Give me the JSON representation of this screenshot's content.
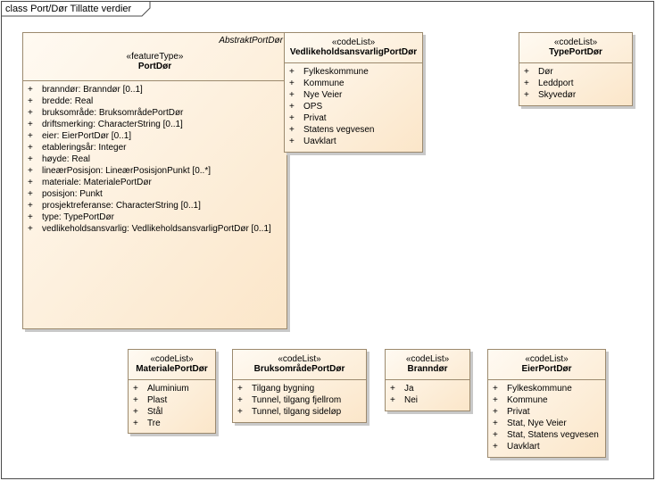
{
  "frame": {
    "title": "class Port/Dør Tillatte verdier"
  },
  "classes": {
    "portdor": {
      "abstract_label": "AbstraktPortDør",
      "stereotype": "«featureType»",
      "name": "PortDør",
      "attributes": [
        "branndør: Branndør [0..1]",
        "bredde: Real",
        "bruksområde: BruksområdePortDør",
        "driftsmerking: CharacterString [0..1]",
        "eier: EierPortDør [0..1]",
        "etableringsår: Integer",
        "høyde: Real",
        "lineærPosisjon: LineærPosisjonPunkt [0..*]",
        "materiale: MaterialePortDør",
        "posisjon: Punkt",
        "prosjektreferanse: CharacterString [0..1]",
        "type: TypePortDør",
        "vedlikeholdsansvarlig: VedlikeholdsansvarligPortDør [0..1]"
      ]
    },
    "vedlikehold": {
      "stereotype": "«codeList»",
      "name": "VedlikeholdsansvarligPortDør",
      "attributes": [
        "Fylkeskommune",
        "Kommune",
        "Nye Veier",
        "OPS",
        "Privat",
        "Statens vegvesen",
        "Uavklart"
      ]
    },
    "typeportdor": {
      "stereotype": "«codeList»",
      "name": "TypePortDør",
      "attributes": [
        "Dør",
        "Leddport",
        "Skyvedør"
      ]
    },
    "materiale": {
      "stereotype": "«codeList»",
      "name": "MaterialePortDør",
      "attributes": [
        "Aluminium",
        "Plast",
        "Stål",
        "Tre"
      ]
    },
    "bruksomrade": {
      "stereotype": "«codeList»",
      "name": "BruksområdePortDør",
      "attributes": [
        "Tilgang bygning",
        "Tunnel, tilgang fjellrom",
        "Tunnel, tilgang sideløp"
      ]
    },
    "branndor": {
      "stereotype": "«codeList»",
      "name": "Branndør",
      "attributes": [
        "Ja",
        "Nei"
      ]
    },
    "eierportdor": {
      "stereotype": "«codeList»",
      "name": "EierPortDør",
      "attributes": [
        "Fylkeskommune",
        "Kommune",
        "Privat",
        "Stat, Nye Veier",
        "Stat, Statens vegvesen",
        "Uavklart"
      ]
    }
  },
  "symbols": {
    "attribute_marker": "+"
  }
}
